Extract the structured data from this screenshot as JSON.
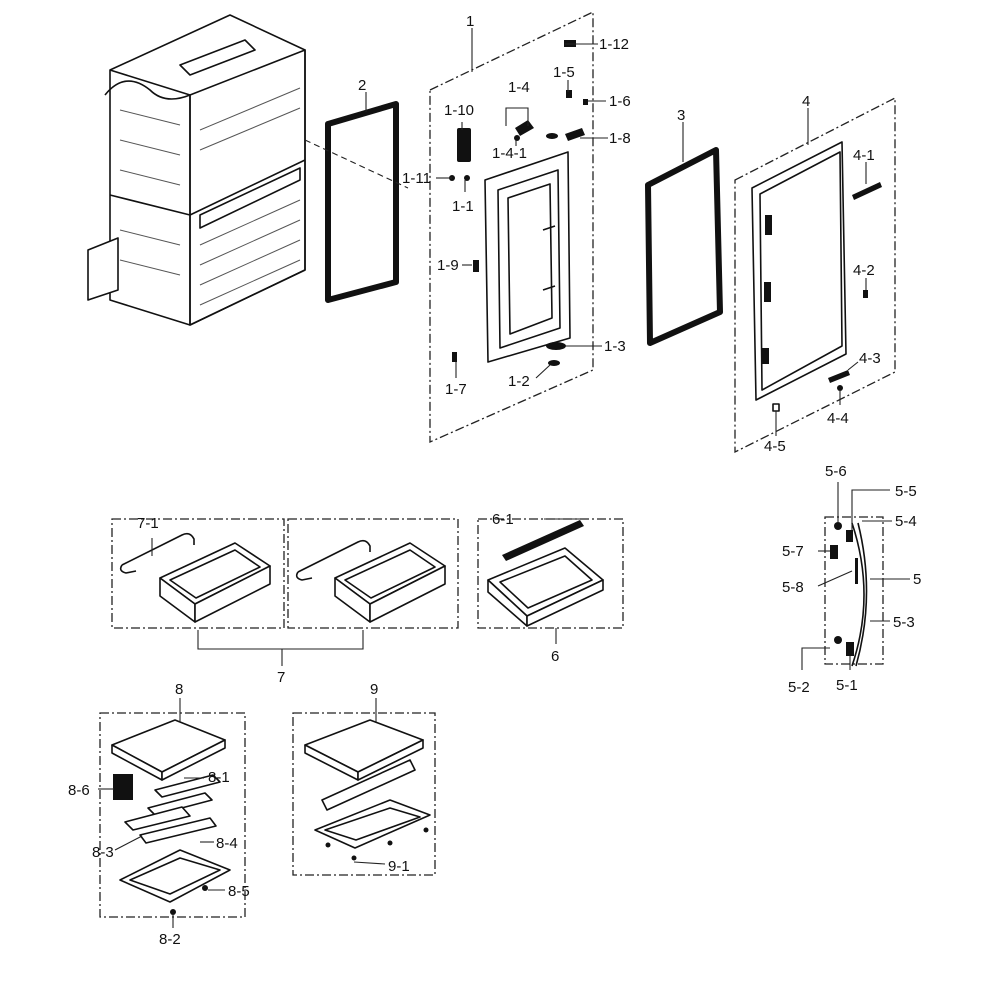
{
  "labels": {
    "l1": "1",
    "l1_1": "1-1",
    "l1_2": "1-2",
    "l1_3": "1-3",
    "l1_4": "1-4",
    "l1_4_1": "1-4-1",
    "l1_5": "1-5",
    "l1_6": "1-6",
    "l1_7": "1-7",
    "l1_8": "1-8",
    "l1_9": "1-9",
    "l1_10": "1-10",
    "l1_11": "1-11",
    "l1_12": "1-12",
    "l2": "2",
    "l3": "3",
    "l4": "4",
    "l4_1": "4-1",
    "l4_2": "4-2",
    "l4_3": "4-3",
    "l4_4": "4-4",
    "l4_5": "4-5",
    "l5": "5",
    "l5_1": "5-1",
    "l5_2": "5-2",
    "l5_3": "5-3",
    "l5_4": "5-4",
    "l5_5": "5-5",
    "l5_6": "5-6",
    "l5_7": "5-7",
    "l5_8": "5-8",
    "l6": "6",
    "l6_1": "6-1",
    "l7": "7",
    "l7_1": "7-1",
    "l8": "8",
    "l8_1": "8-1",
    "l8_2": "8-2",
    "l8_3": "8-3",
    "l8_4": "8-4",
    "l8_5": "8-5",
    "l8_6": "8-6",
    "l9": "9",
    "l9_1": "9-1"
  },
  "colors": {
    "line": "#111111",
    "background": "#ffffff"
  }
}
